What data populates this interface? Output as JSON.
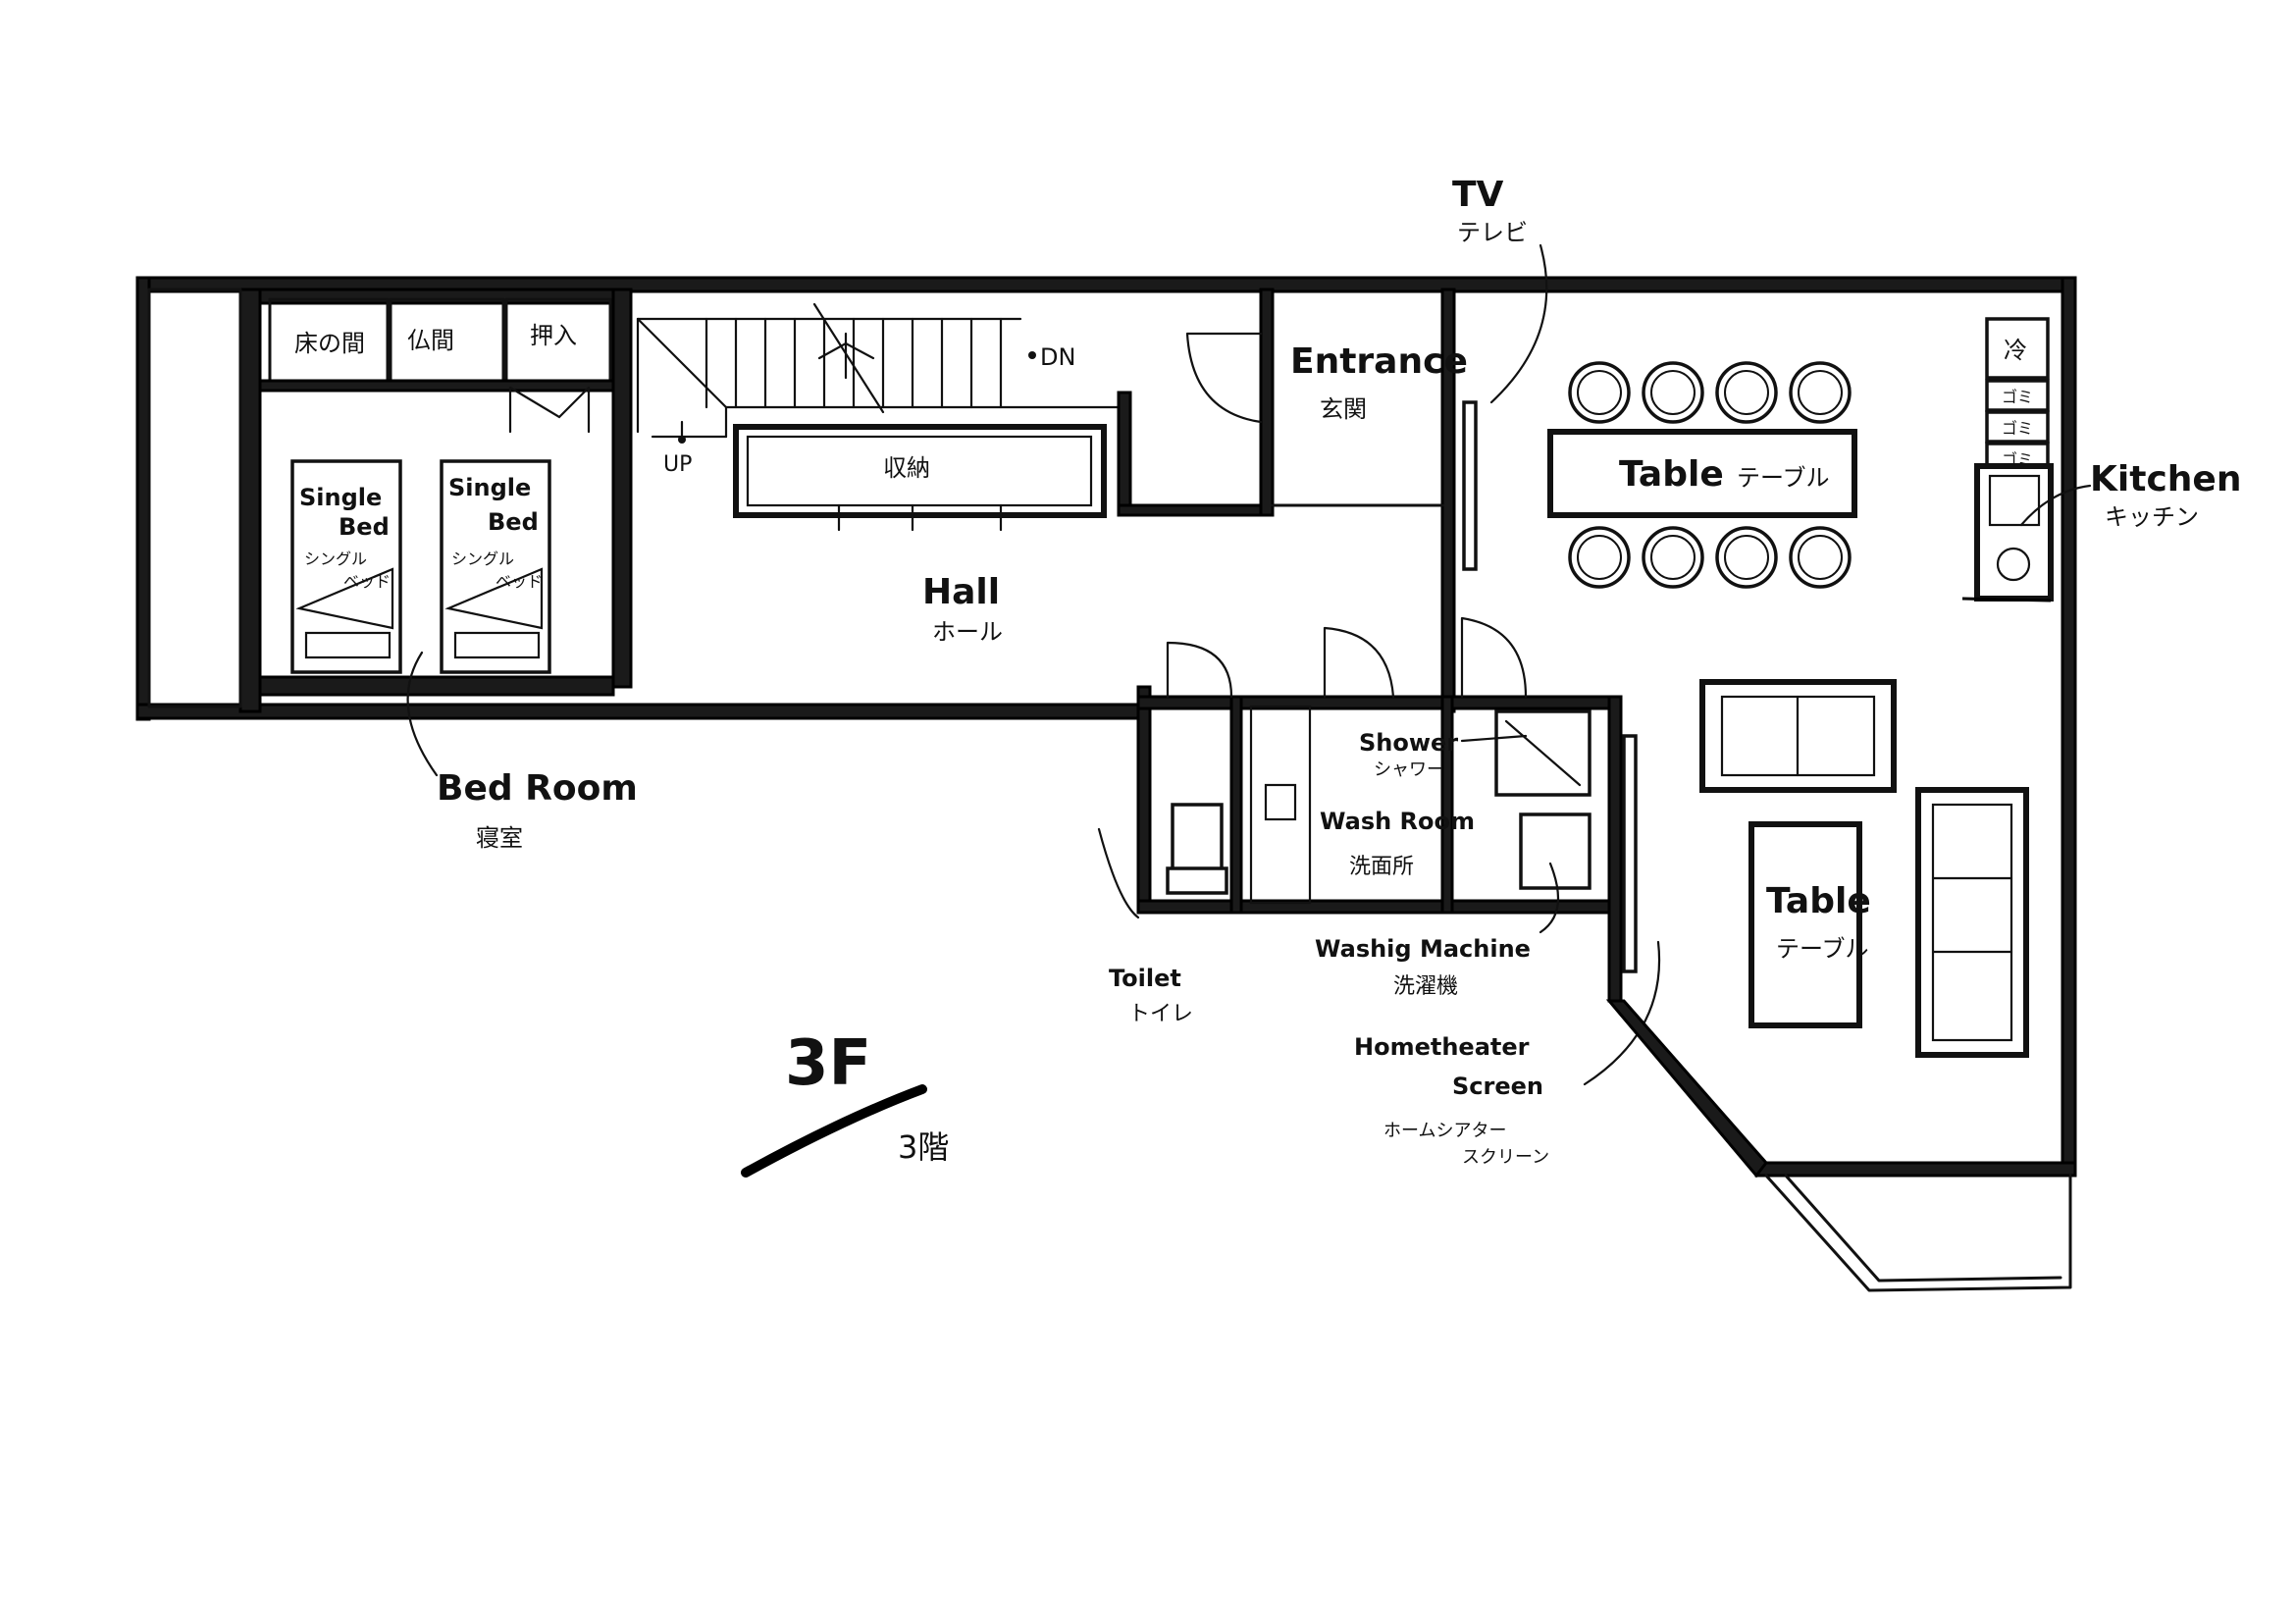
{
  "floor": {
    "title": "3F",
    "subtitle": "3階"
  },
  "rooms": {
    "closet_tokonoma": "床の間",
    "closet_butsuma": "仏間",
    "closet_oshiire": "押入",
    "bed1_en_1": "Single",
    "bed1_en_2": "Bed",
    "bed1_jp_1": "シングル",
    "bed1_jp_2": "ベッド",
    "bed2_en_1": "Single",
    "bed2_en_2": "Bed",
    "bed2_jp_1": "シングル",
    "bed2_jp_2": "ベッド",
    "bedroom_en": "Bed Room",
    "bedroom_jp": "寝室",
    "storage_jp": "収納",
    "stairs_up": "UP",
    "stairs_down": "DN",
    "hall_en": "Hall",
    "hall_jp": "ホール",
    "entrance_en": "Entrance",
    "entrance_jp": "玄関",
    "tv_en": "TV",
    "tv_jp": "テレビ",
    "table1_en": "Table",
    "table1_jp": "テーブル",
    "fridge_jp": "冷",
    "trash_jp": "ゴミ",
    "kitchen_en": "Kitchen",
    "kitchen_jp": "キッチン",
    "shower_en": "Shower",
    "shower_jp": "シャワー",
    "washroom_en": "Wash Room",
    "washroom_jp": "洗面所",
    "washing_en": "Washig Machine",
    "washing_jp": "洗濯機",
    "toilet_en": "Toilet",
    "toilet_jp": "トイレ",
    "theater_en_1": "Hometheater",
    "theater_en_2": "Screen",
    "theater_jp_1": "ホームシアター",
    "theater_jp_2": "スクリーン",
    "table2_en": "Table",
    "table2_jp": "テーブル"
  }
}
